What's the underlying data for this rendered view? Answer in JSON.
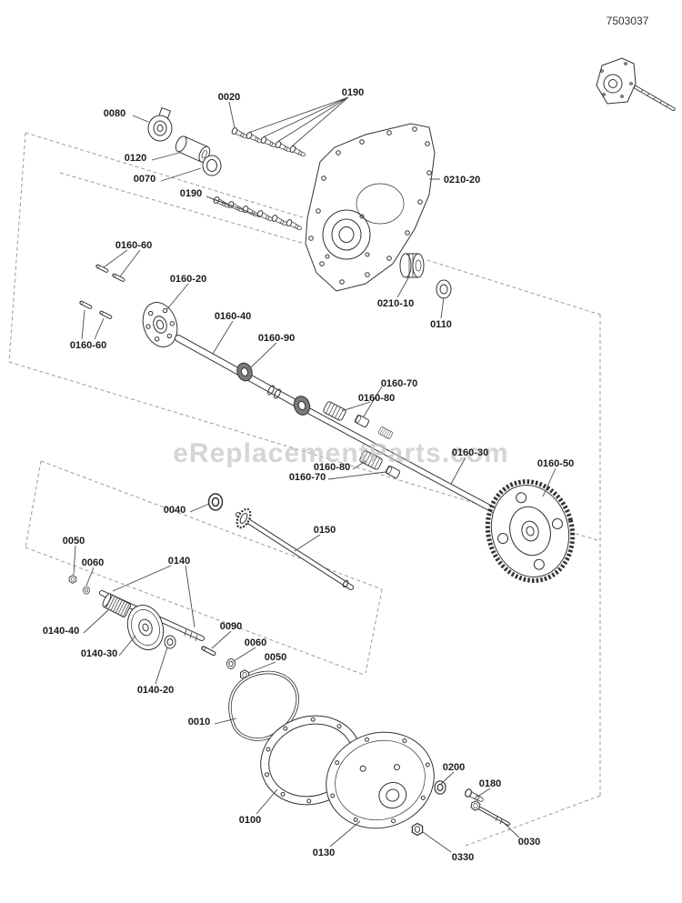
{
  "document": {
    "number": "7503037"
  },
  "watermark": {
    "text": "eReplacementParts.com"
  },
  "colors": {
    "background": "#ffffff",
    "line": "#333333",
    "label": "#1b1b1b",
    "leader": "#4a4a4a",
    "dashed_boundary": "#9b9b9b",
    "watermark": "#c4c4c4",
    "bearing_fill": "#7a7a7a"
  },
  "diagram": {
    "callouts": [
      {
        "part": "0020"
      },
      {
        "part": "0190"
      },
      {
        "part": "0080"
      },
      {
        "part": "0120"
      },
      {
        "part": "0070"
      },
      {
        "part": "0210-20"
      },
      {
        "part": "0190"
      },
      {
        "part": "0160-60"
      },
      {
        "part": "0160-20"
      },
      {
        "part": "0160-40"
      },
      {
        "part": "0160-90"
      },
      {
        "part": "0160-60"
      },
      {
        "part": "0210-10"
      },
      {
        "part": "0110"
      },
      {
        "part": "0160-70"
      },
      {
        "part": "0160-80"
      },
      {
        "part": "0160-30"
      },
      {
        "part": "0160-50"
      },
      {
        "part": "0160-80"
      },
      {
        "part": "0160-70"
      },
      {
        "part": "0040"
      },
      {
        "part": "0150"
      },
      {
        "part": "0050"
      },
      {
        "part": "0060"
      },
      {
        "part": "0140"
      },
      {
        "part": "0140-40"
      },
      {
        "part": "0140-30"
      },
      {
        "part": "0090"
      },
      {
        "part": "0060"
      },
      {
        "part": "0050"
      },
      {
        "part": "0140-20"
      },
      {
        "part": "0010"
      },
      {
        "part": "0200"
      },
      {
        "part": "0180"
      },
      {
        "part": "0100"
      },
      {
        "part": "0030"
      },
      {
        "part": "0130"
      },
      {
        "part": "0330"
      }
    ]
  }
}
